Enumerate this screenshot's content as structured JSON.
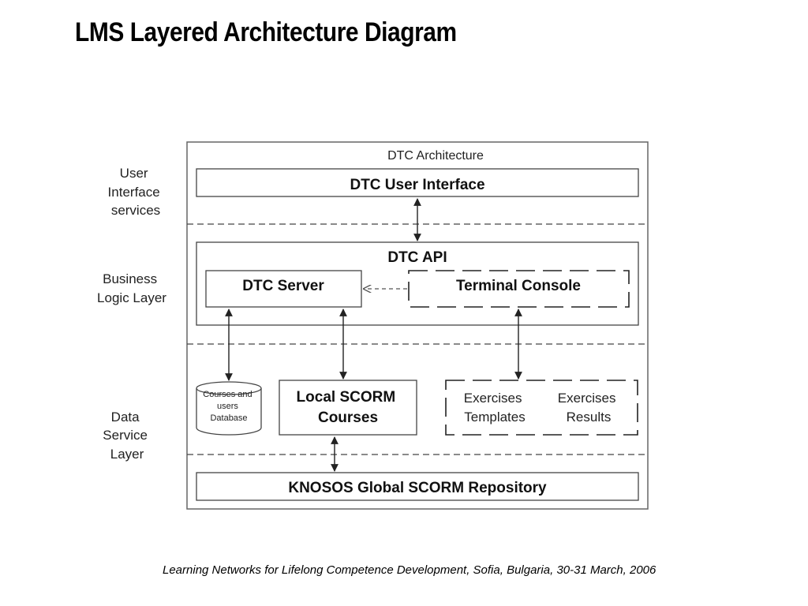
{
  "slide": {
    "title": "LMS Layered Architecture Diagram",
    "footer": "Learning Networks for Lifelong Competence Development, Sofia, Bulgaria, 30-31 March, 2006"
  },
  "diagram": {
    "frame_title": "DTC Architecture",
    "layers": {
      "ui": [
        "User",
        "Interface",
        "services"
      ],
      "business": [
        "Business",
        "Logic Layer"
      ],
      "data": [
        "Data",
        "Service",
        "Layer"
      ]
    },
    "boxes": {
      "user_interface": "DTC User Interface",
      "api": "DTC API",
      "server": "DTC Server",
      "terminal_console": "Terminal Console",
      "database": [
        "Courses and",
        "users",
        "Database"
      ],
      "local_scorm": [
        "Local SCORM",
        "Courses"
      ],
      "exercises_templates": [
        "Exercises",
        "Templates"
      ],
      "exercises_results": [
        "Exercises",
        "Results"
      ],
      "repository": "KNOSOS Global SCORM Repository"
    }
  },
  "colors": {
    "stroke": "#333333",
    "light_stroke": "#777777",
    "text": "#111111"
  }
}
